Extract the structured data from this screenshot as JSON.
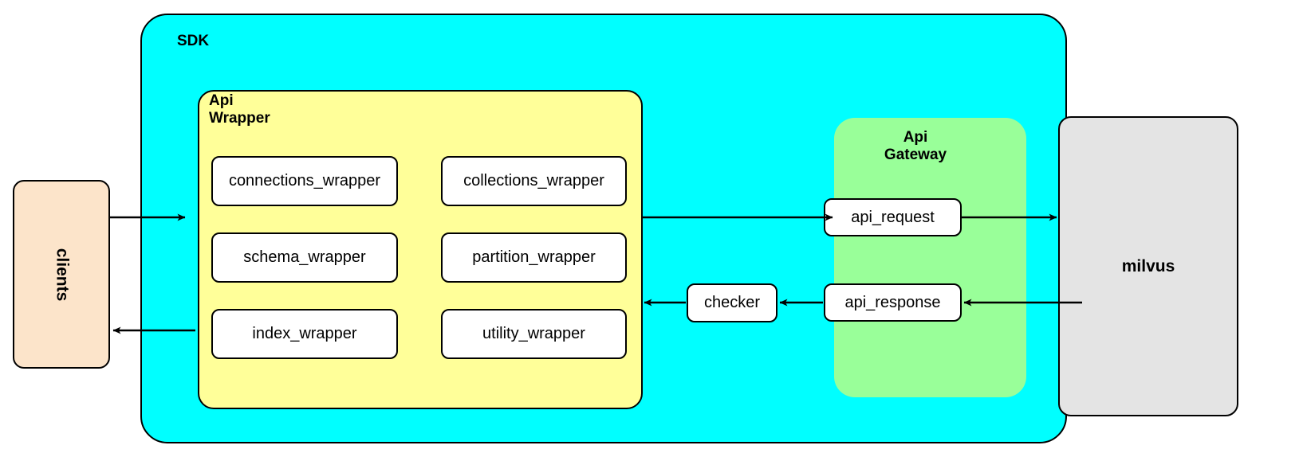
{
  "diagram": {
    "title_sdk": "SDK",
    "title_api_wrapper": "Api\nWrapper",
    "title_api_gateway": "Api\nGateway",
    "clients_label": "clients",
    "milvus_label": "milvus",
    "checker_label": "checker",
    "colors": {
      "sdk_fill": "#00ffff",
      "api_wrapper_fill": "#ffff99",
      "api_gateway_fill": "#99ff99",
      "clients_fill": "#fce4ca",
      "milvus_fill": "#e4e4e4",
      "node_fill": "#ffffff",
      "stroke": "#000000"
    },
    "api_wrapper_nodes": [
      {
        "label": "connections_wrapper"
      },
      {
        "label": "collections_wrapper"
      },
      {
        "label": "schema_wrapper"
      },
      {
        "label": "partition_wrapper"
      },
      {
        "label": "index_wrapper"
      },
      {
        "label": "utility_wrapper"
      }
    ],
    "api_gateway_nodes": [
      {
        "label": "api_request"
      },
      {
        "label": "api_response"
      }
    ],
    "flows": [
      {
        "from": "clients",
        "to": "Api Wrapper",
        "direction": "right"
      },
      {
        "from": "Api Wrapper",
        "to": "Api Gateway",
        "direction": "right"
      },
      {
        "from": "api_request",
        "to": "milvus",
        "direction": "right"
      },
      {
        "from": "milvus",
        "to": "api_response",
        "direction": "left"
      },
      {
        "from": "api_response",
        "to": "checker",
        "direction": "left"
      },
      {
        "from": "checker",
        "to": "Api Wrapper",
        "direction": "left"
      },
      {
        "from": "Api Wrapper",
        "to": "clients",
        "direction": "left"
      }
    ]
  }
}
